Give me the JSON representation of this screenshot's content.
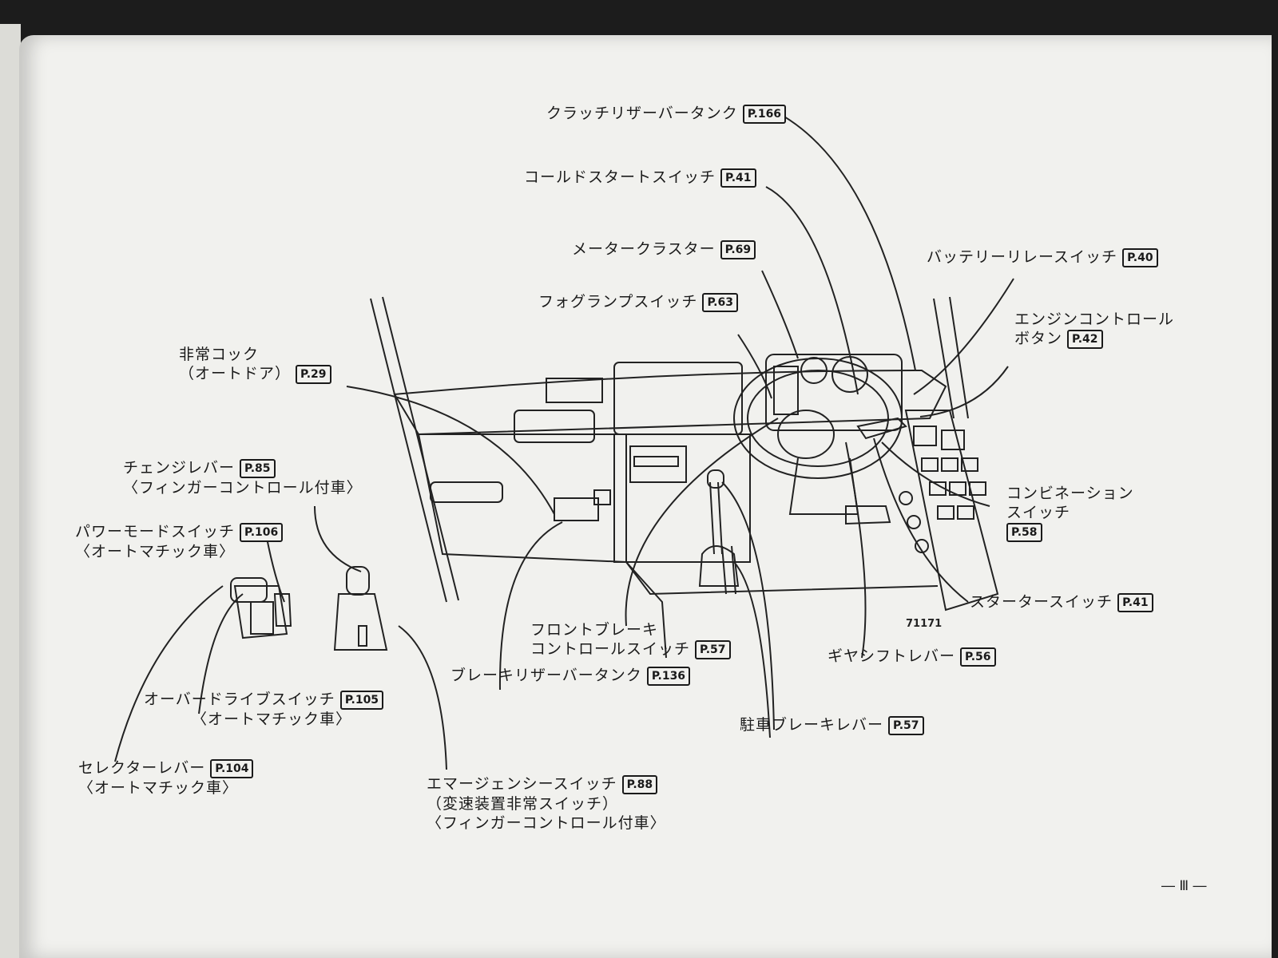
{
  "callouts": [
    {
      "label": "クラッチリザーバータンク",
      "ref": "P.166"
    },
    {
      "label": "コールドスタートスイッチ",
      "ref": "P.41"
    },
    {
      "label": "メータークラスター",
      "ref": "P.69"
    },
    {
      "label": "フォグランプスイッチ",
      "ref": "P.63"
    },
    {
      "label": "バッテリーリレースイッチ",
      "ref": "P.40"
    },
    {
      "label": "エンジンコントロール",
      "label2": "ボタン",
      "ref": "P.42"
    },
    {
      "label": "非常コック",
      "label2": "（オートドア）",
      "ref": "P.29"
    },
    {
      "label": "チェンジレバー",
      "label2": "〈フィンガーコントロール付車〉",
      "ref": "P.85"
    },
    {
      "label": "パワーモードスイッチ",
      "label2": "〈オートマチック車〉",
      "ref": "P.106"
    },
    {
      "label": "コンビネーション",
      "label2": "スイッチ",
      "ref": "P.58"
    },
    {
      "label": "スタータースイッチ",
      "ref": "P.41"
    },
    {
      "label": "フロントブレーキ",
      "label2": "コントロールスイッチ",
      "ref": "P.57"
    },
    {
      "label": "ブレーキリザーバータンク",
      "ref": "P.136"
    },
    {
      "label": "ギヤシフトレバー",
      "ref": "P.56"
    },
    {
      "label": "オーバードライブスイッチ",
      "label2": "〈オートマチック車〉",
      "ref": "P.105"
    },
    {
      "label": "駐車ブレーキレバー",
      "ref": "P.57"
    },
    {
      "label": "セレクターレバー",
      "label2": "〈オートマチック車〉",
      "ref": "P.104"
    },
    {
      "label": "エマージェンシースイッチ",
      "label2": "（変速装置非常スイッチ）",
      "label3": "〈フィンガーコントロール付車〉",
      "ref": "P.88"
    }
  ],
  "figure_ref": "71171",
  "page_number": "― Ⅲ ―"
}
